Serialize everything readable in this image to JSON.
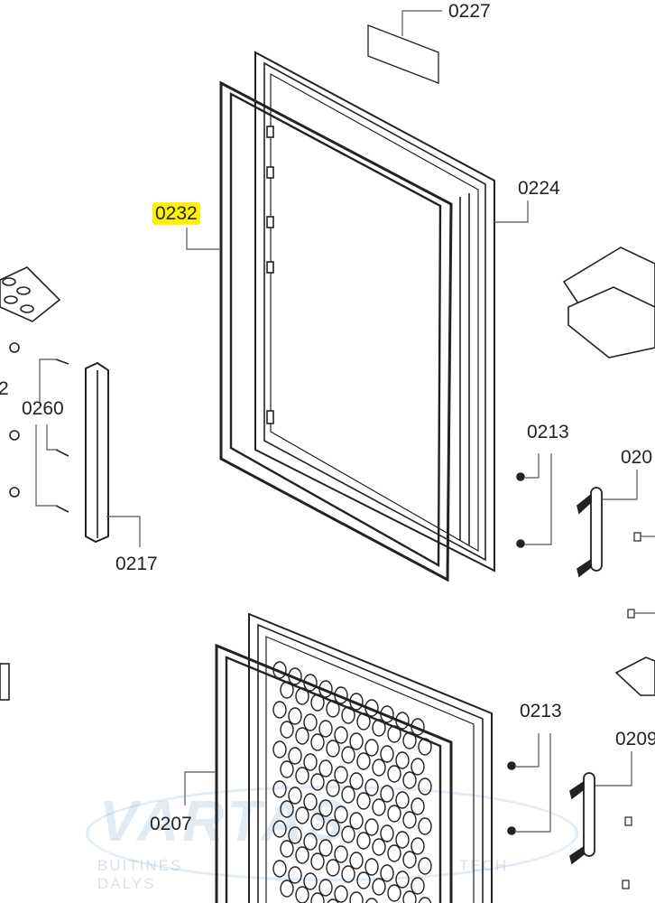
{
  "diagram": {
    "parts": [
      {
        "id": "0227",
        "highlighted": false
      },
      {
        "id": "0224",
        "highlighted": false
      },
      {
        "id": "0232",
        "highlighted": true
      },
      {
        "id": "0260",
        "highlighted": false
      },
      {
        "id": "2",
        "highlighted": false
      },
      {
        "id": "0217",
        "highlighted": false
      },
      {
        "id": "0213",
        "highlighted": false
      },
      {
        "id": "020",
        "highlighted": false
      },
      {
        "id": "0213",
        "highlighted": false
      },
      {
        "id": "0209",
        "highlighted": false
      },
      {
        "id": "0207",
        "highlighted": false
      }
    ],
    "highlight_color": "#fff200"
  },
  "watermark": {
    "logo": "VARTAS",
    "subtitle": "BUITINĖS TECH DALYS"
  }
}
